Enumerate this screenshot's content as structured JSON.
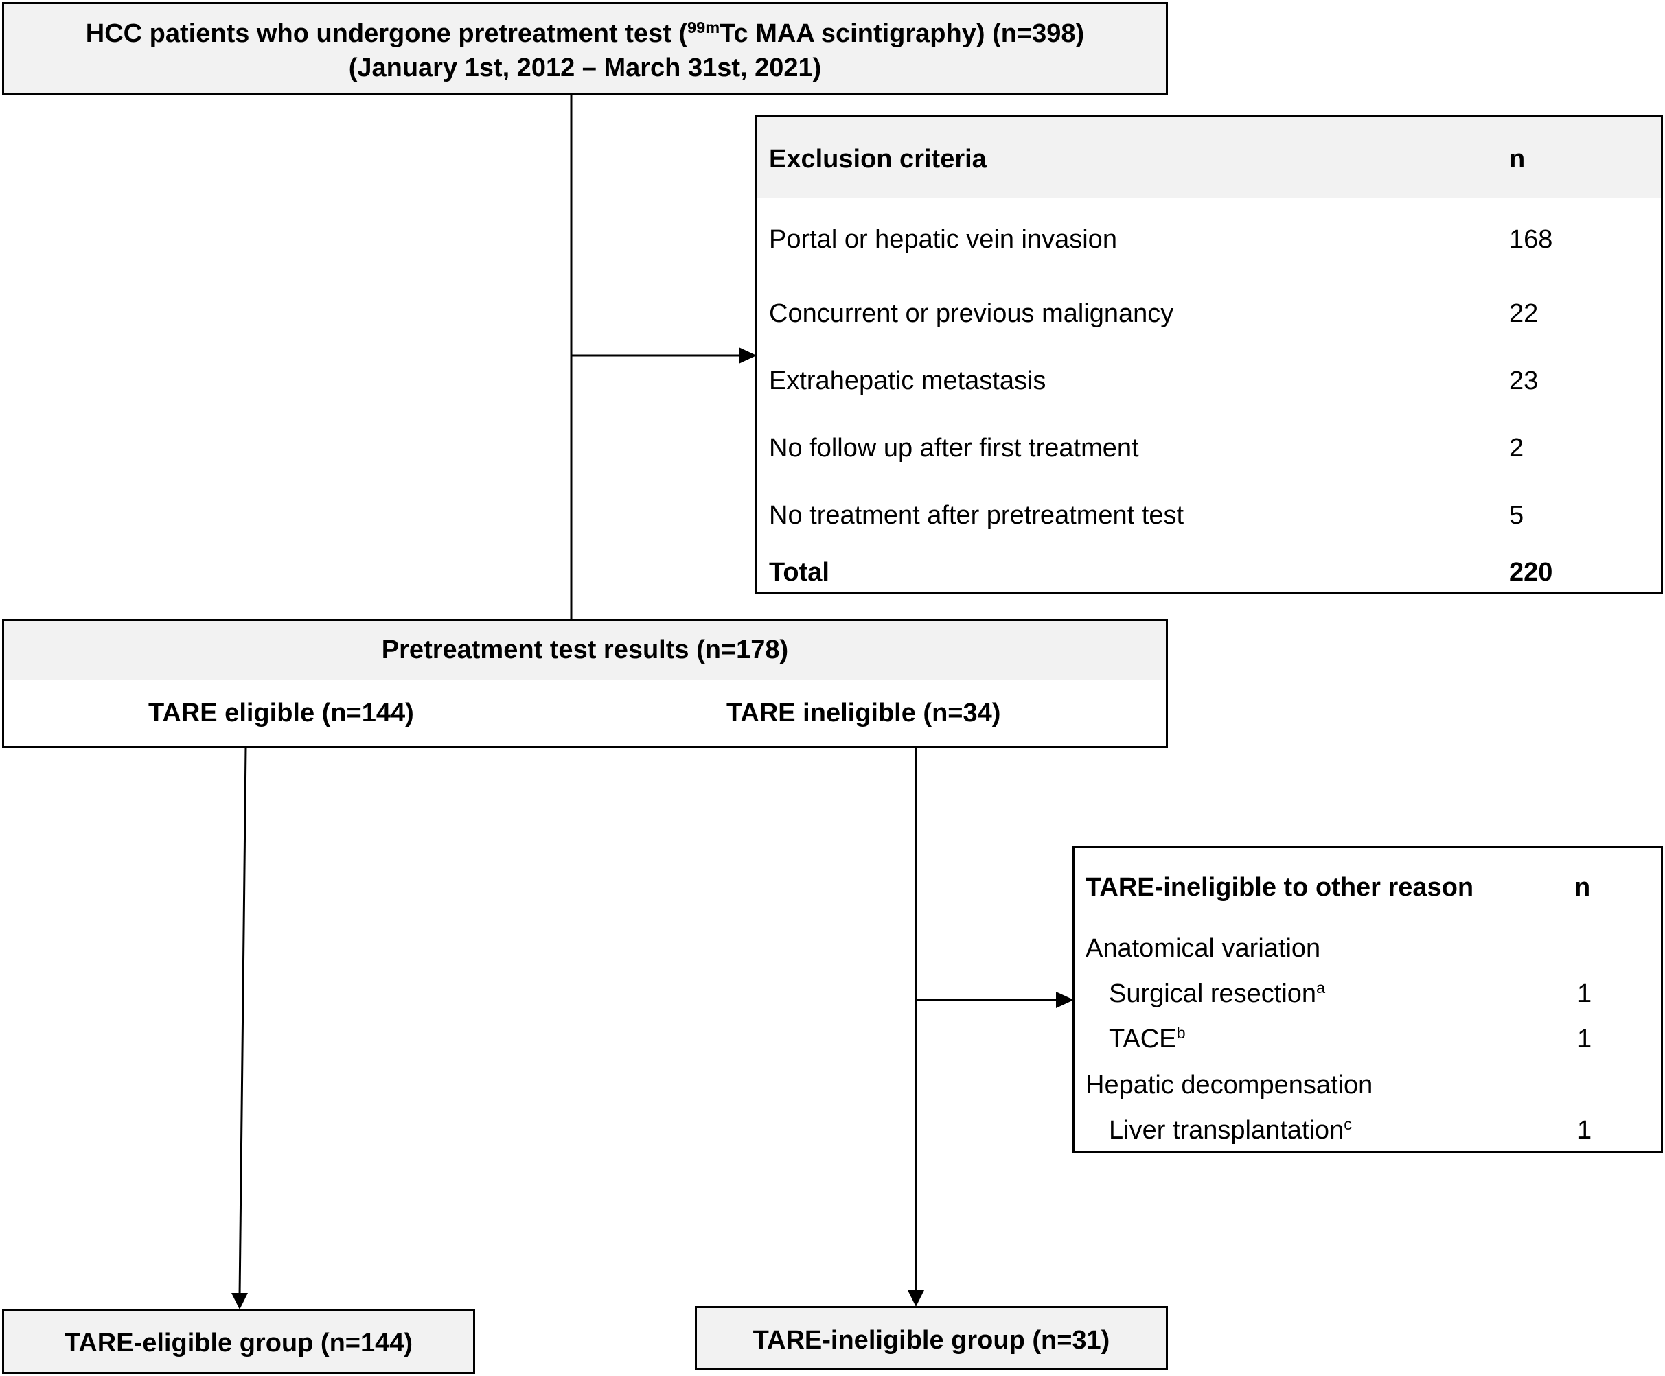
{
  "top_box": {
    "line1_prefix": "HCC patients who undergone pretreatment test (",
    "line1_sup": "99m",
    "line1_suffix": "Tc MAA scintigraphy) (n=398)",
    "line2": "(January 1st, 2012 – March 31st, 2021)"
  },
  "exclusion": {
    "header_label": "Exclusion criteria",
    "header_n": "n",
    "rows": [
      {
        "label": "Portal or hepatic vein invasion",
        "n": "168"
      },
      {
        "label": "Concurrent or previous malignancy",
        "n": "22"
      },
      {
        "label": "Extrahepatic metastasis",
        "n": "23"
      },
      {
        "label": "No follow up after first treatment",
        "n": "2"
      },
      {
        "label": "No treatment after pretreatment test",
        "n": "5"
      }
    ],
    "total_label": "Total",
    "total_n": "220"
  },
  "results": {
    "title": "Pretreatment test results (n=178)",
    "eligible": "TARE eligible (n=144)",
    "ineligible": "TARE ineligible (n=34)"
  },
  "other_reason": {
    "header_label": "TARE-ineligible to other reason",
    "header_n": "n",
    "group1": "Anatomical variation",
    "item1_label": "Surgical resection",
    "item1_sup": "a",
    "item1_n": "1",
    "item2_label": "TACE",
    "item2_sup": "b",
    "item2_n": "1",
    "group2": "Hepatic decompensation",
    "item3_label": "Liver transplantation",
    "item3_sup": "c",
    "item3_n": "1"
  },
  "final": {
    "eligible_group": "TARE-eligible group (n=144)",
    "ineligible_group": "TARE-ineligible group (n=31)"
  }
}
